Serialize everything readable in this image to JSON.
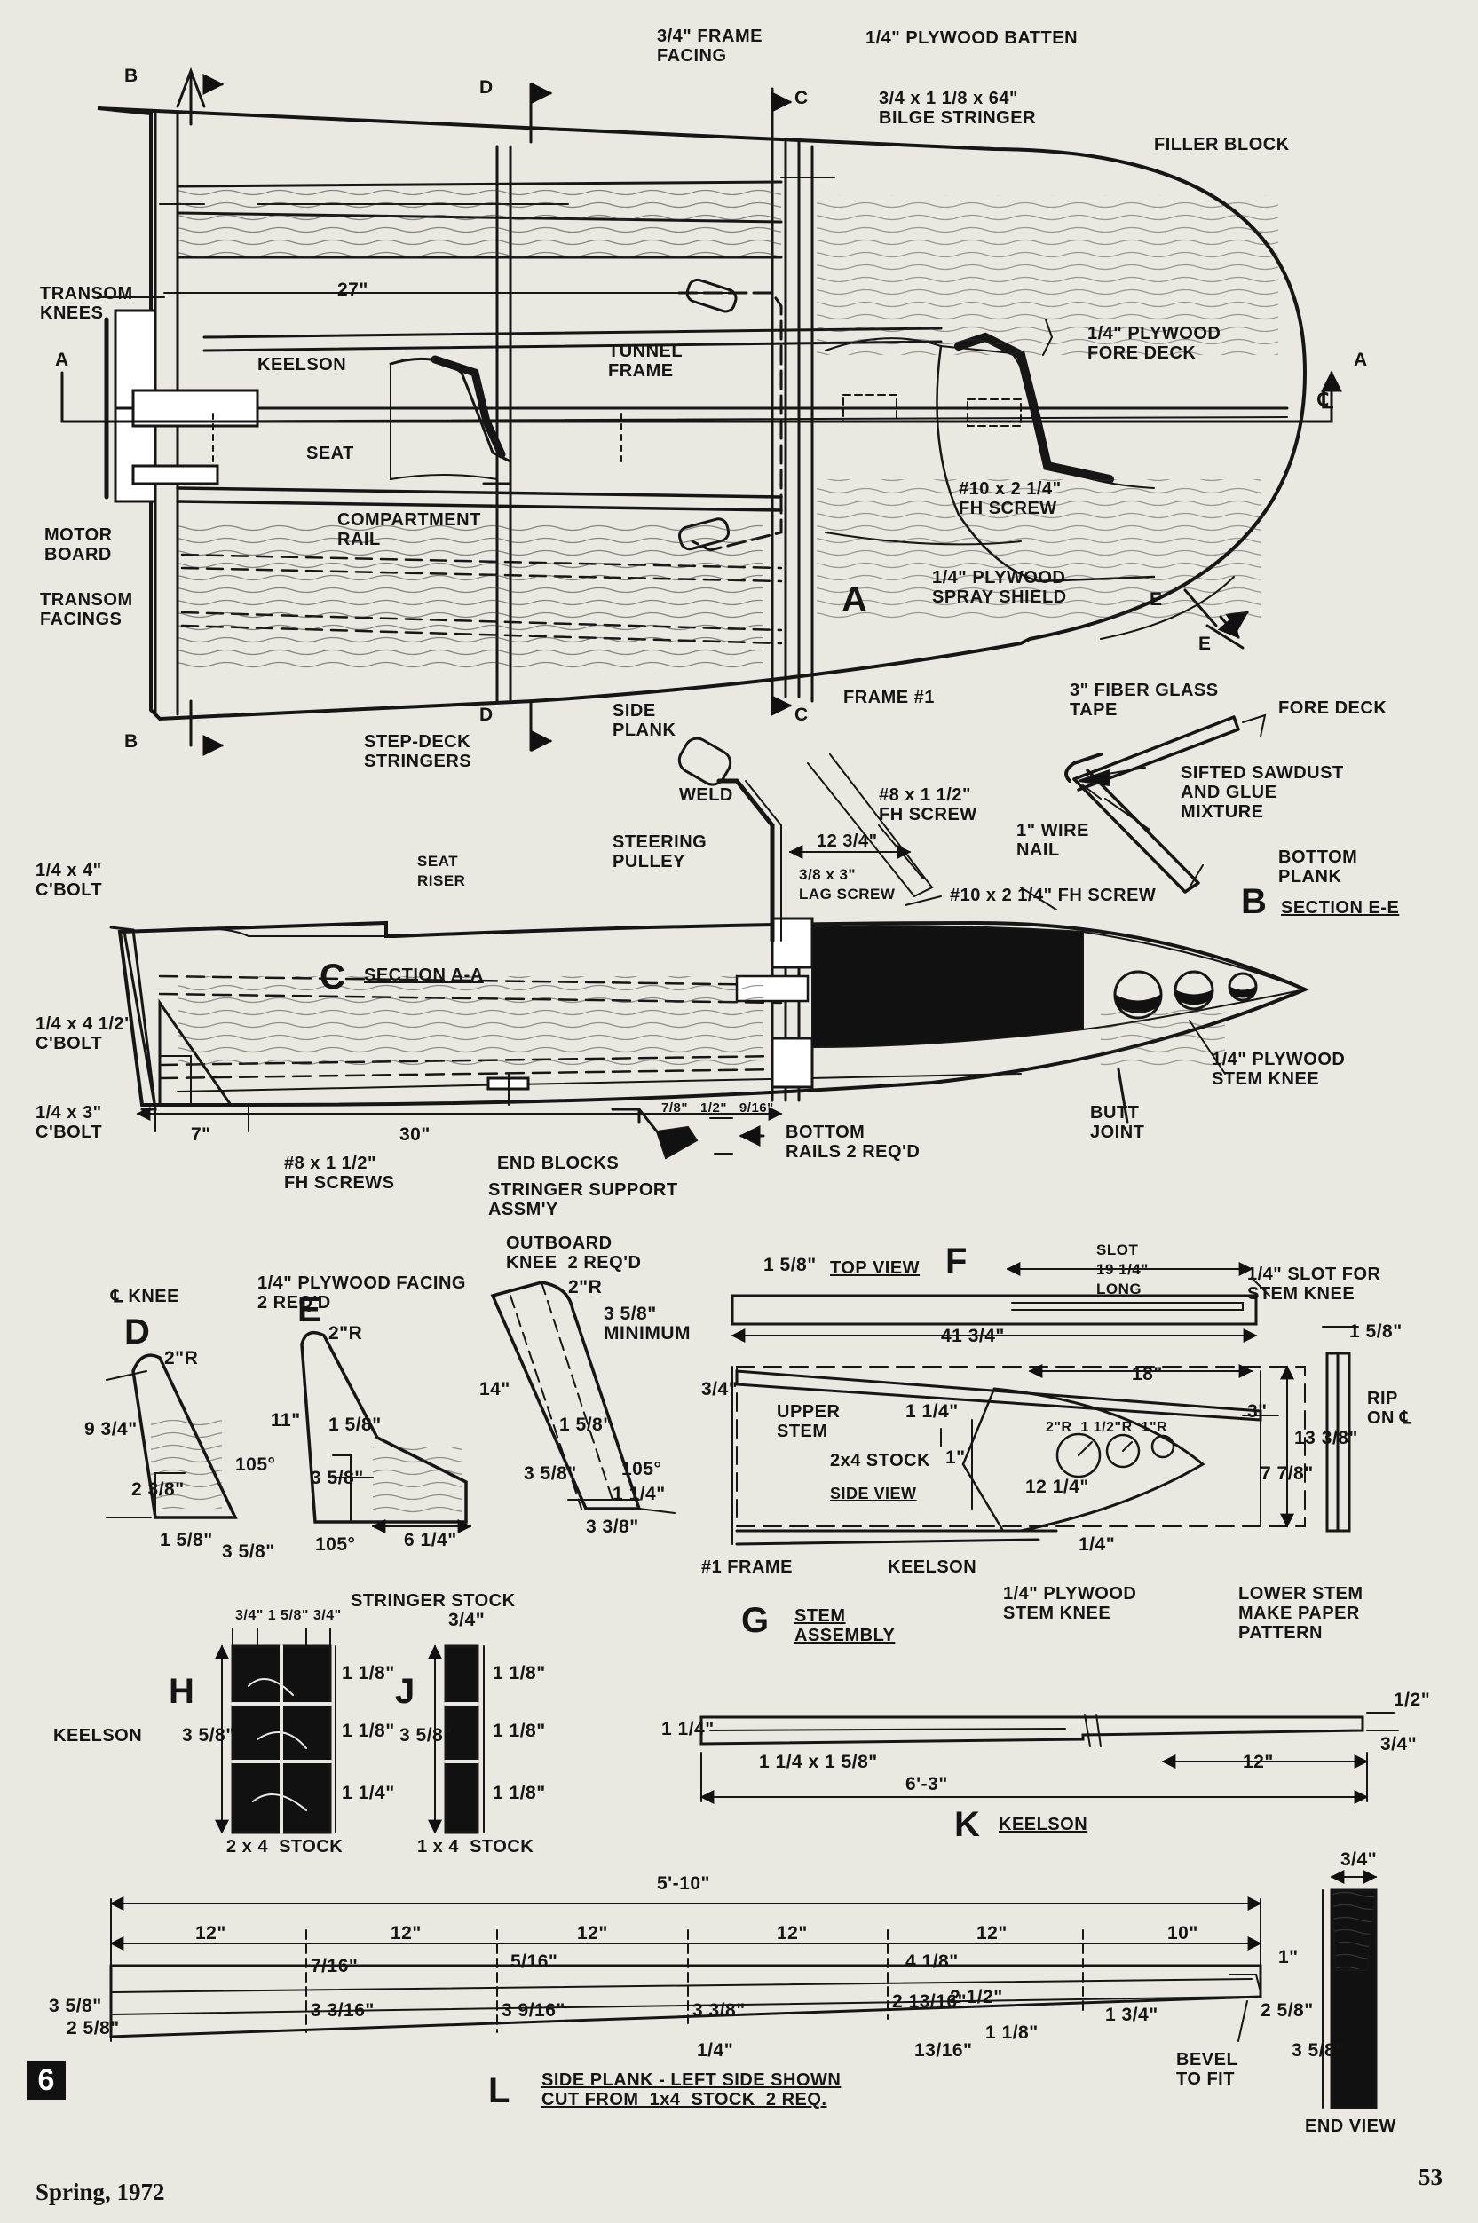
{
  "footer": {
    "season": "Spring, 1972",
    "page": "53",
    "figure_number": "6"
  },
  "view_a": {
    "letter": "A",
    "labels": {
      "frame_facing": "3/4\" FRAME\nFACING",
      "plywood_batten": "1/4\" PLYWOOD BATTEN",
      "bilge_stringer": "3/4 x 1 1/8 x 64\"\nBILGE STRINGER",
      "filler_block": "FILLER BLOCK",
      "transom_knees": "TRANSOM\nKNEES",
      "dim_27": "27\"",
      "tunnel_frame": "TUNNEL\nFRAME",
      "fore_deck": "1/4\" PLYWOOD\nFORE DECK",
      "keelson": "KEELSON",
      "seat": "SEAT",
      "fh_screw": "#10 x 2 1/4\"\nFH SCREW",
      "motor_board": "MOTOR\nBOARD",
      "compartment_rail": "COMPARTMENT\nRAIL",
      "transom_facings": "TRANSOM\nFACINGS",
      "spray_shield": "1/4\" PLYWOOD\nSPRAY SHIELD",
      "frame_1": "FRAME #1",
      "side_plank": "SIDE\nPLANK",
      "step_deck": "STEP-DECK\nSTRINGERS",
      "cl": "℄"
    },
    "section_marks": [
      "B",
      "D",
      "C",
      "A",
      "A",
      "E",
      "E",
      "B",
      "D",
      "C"
    ]
  },
  "view_b": {
    "letter": "B",
    "title": "SECTION E-E",
    "labels": {
      "tape": "3\" FIBER GLASS\nTAPE",
      "fore_deck": "FORE DECK",
      "sawdust": "SIFTED SAWDUST\nAND GLUE\nMIXTURE",
      "wire_nail": "1\" WIRE\nNAIL",
      "bottom_plank": "BOTTOM\nPLANK"
    }
  },
  "view_c": {
    "letter": "C",
    "title": "SECTION A-A",
    "labels": {
      "weld": "WELD",
      "fh_screw_8": "#8 x 1 1/2\"\nFH SCREW",
      "steering_pulley": "STEERING\nPULLEY",
      "dim_1234": "12 3/4\"",
      "lag_screw": "3/8 x 3\"\nLAG SCREW",
      "fh_screw_10": "#10 x 2 1/4\" FH SCREW",
      "seat_riser": "SEAT\nRISER",
      "cbolt_1": "1/4 x 4\"\nC'BOLT",
      "cbolt_2": "1/4 x 4 1/2\"\nC'BOLT",
      "cbolt_3": "1/4 x 3\"\nC'BOLT",
      "stem_knee": "1/4\" PLYWOOD\nSTEM KNEE",
      "butt_joint": "BUTT\nJOINT",
      "dim_7": "7\"",
      "dim_30": "30\"",
      "fh_screws": "#8 x 1 1/2\"\nFH SCREWS",
      "end_blocks": "END BLOCKS",
      "stringer_support": "STRINGER SUPPORT\nASSM'Y",
      "bottom_rails": "BOTTOM\nRAILS 2 REQ'D",
      "rail_dims": "7/8\"   1/2\"   9/16\""
    }
  },
  "view_d": {
    "letter": "D",
    "title": "℄ KNEE",
    "labels": {
      "r": "2\"R",
      "h": "9 3/4\"",
      "a": "105°",
      "b": "2 3/8\"",
      "c": "1 5/8\"",
      "d": "3 5/8\""
    }
  },
  "view_e": {
    "letter": "E",
    "title": "1/4\" PLYWOOD FACING\n2 REQ'D",
    "labels": {
      "r": "2\"R",
      "h": "11\"",
      "a": "1 5/8\"",
      "b": "3 5/8\"",
      "c": "105°",
      "d": "6 1/4\""
    }
  },
  "view_outboard": {
    "title": "OUTBOARD\nKNEE  2 REQ'D",
    "labels": {
      "r": "2\"R",
      "min": "3 5/8\"\nMINIMUM",
      "h": "14\"",
      "a": "1 5/8\"",
      "b": "3 5/8\"",
      "c": "1 1/4\"",
      "d": "105°",
      "e": "3 3/8\""
    }
  },
  "view_f": {
    "letter": "F",
    "title": "TOP VIEW",
    "labels": {
      "slot": "SLOT\n19 1/4\"\nLONG",
      "slot_for": "1/4\" SLOT FOR\nSTEM KNEE",
      "w": "1 5/8\"",
      "len": "41 3/4\"",
      "w2": "1 5/8\"",
      "rip": "RIP\nON ℄"
    }
  },
  "view_g": {
    "letter": "G",
    "title": "STEM\nASSEMBLY",
    "labels": {
      "dim_18": "18\"",
      "dim_3": "3\"",
      "dim_1338": "13 3/8\"",
      "dim_778": "7 7/8\"",
      "dim_34": "3/4\"",
      "upper_stem": "UPPER\nSTEM",
      "dim_114": "1 1/4\"",
      "stock": "2x4 STOCK",
      "side_view": "SIDE VIEW",
      "dim_1in": "1\"",
      "dim_1214": "12 1/4\"",
      "holes": "2\"R  1 1/2\"R  1\"R",
      "frame": "#1 FRAME",
      "keelson": "KEELSON",
      "stem_knee": "1/4\" PLYWOOD\nSTEM KNEE",
      "lower_stem": "LOWER STEM\nMAKE PAPER\nPATTERN",
      "dim_14": "1/4\""
    }
  },
  "view_h": {
    "letter": "H",
    "labels": {
      "stringer_stock": "STRINGER STOCK",
      "top": "3/4\" 1 5/8\" 3/4\"",
      "keelson": "KEELSON",
      "h": "3 5/8\"",
      "stock": "2 x 4  STOCK"
    },
    "rows": [
      "1 1/8\"",
      "1 1/8\"",
      "1 1/4\""
    ]
  },
  "view_j": {
    "letter": "J",
    "labels": {
      "top": "3/4\"",
      "h": "3 5/8\"",
      "stock": "1 x 4  STOCK"
    },
    "rows": [
      "1 1/8\"",
      "1 1/8\"",
      "1 1/8\""
    ]
  },
  "view_k": {
    "letter": "K",
    "title": "KEELSON",
    "labels": {
      "t1": "1 1/4\"",
      "t2": "1/2\"",
      "t3": "3/4\"",
      "sec": "1 1/4 x 1 5/8\"",
      "len": "6'-3\"",
      "d12": "12\""
    }
  },
  "view_l": {
    "letter": "L",
    "title": "SIDE PLANK - LEFT SIDE SHOWN\nCUT FROM  1x4  STOCK  2 REQ.",
    "overall": "5'-10\"",
    "segments": [
      "12\"",
      "12\"",
      "12\"",
      "12\"",
      "12\"",
      "10\""
    ],
    "heights": [
      "3 5/8\"",
      "2 5/8\"",
      "3 3/16\"",
      "3 9/16\"",
      "3 3/8\"",
      "2 13/16\"",
      "2 1/2\"",
      "1 3/4\"",
      "2 5/8\""
    ],
    "small": [
      "7/16\"",
      "5/16\"",
      "4 1/8\"",
      "1/4\"",
      "13/16\"",
      "1 1/8\"",
      "1\""
    ],
    "end_view": "END VIEW",
    "end_top": "3/4\"",
    "end_h": "3 5/8\"",
    "bevel": "BEVEL\nTO FIT"
  }
}
